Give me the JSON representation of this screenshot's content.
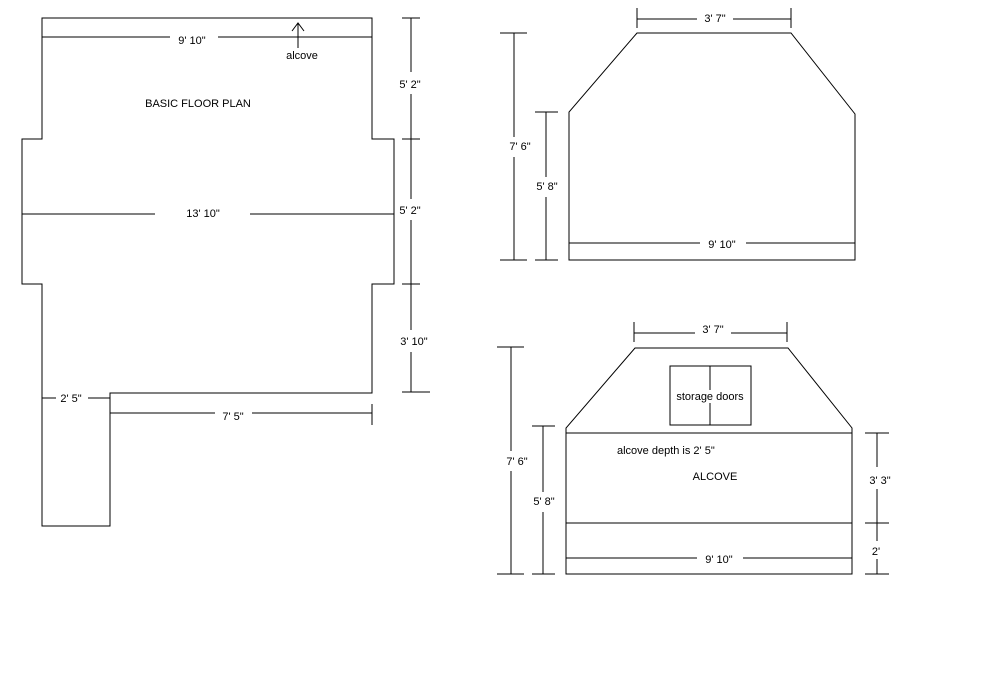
{
  "floor_plan": {
    "title": "BASIC FLOOR PLAN",
    "alcove_label": "alcove",
    "dim_top_width": "9' 10\"",
    "dim_middle_width": "13' 10\"",
    "dim_right_top": "5' 2\"",
    "dim_right_middle": "5' 2\"",
    "dim_right_bottom": "3' 10\"",
    "dim_bottom_left": "2' 5\"",
    "dim_bottom_right": "7' 5\""
  },
  "wall_top": {
    "dim_top": "3' 7\"",
    "dim_height_outer": "7' 6\"",
    "dim_height_inner": "5' 8\"",
    "dim_bottom": "9' 10\""
  },
  "wall_bottom": {
    "dim_top": "3' 7\"",
    "storage_label": "storage doors",
    "alcove_depth_note": "alcove depth is 2' 5\"",
    "alcove_label": "ALCOVE",
    "dim_height_outer": "7' 6\"",
    "dim_height_inner": "5' 8\"",
    "dim_right_upper": "3' 3\"",
    "dim_right_lower": "2'",
    "dim_bottom": "9' 10\""
  }
}
